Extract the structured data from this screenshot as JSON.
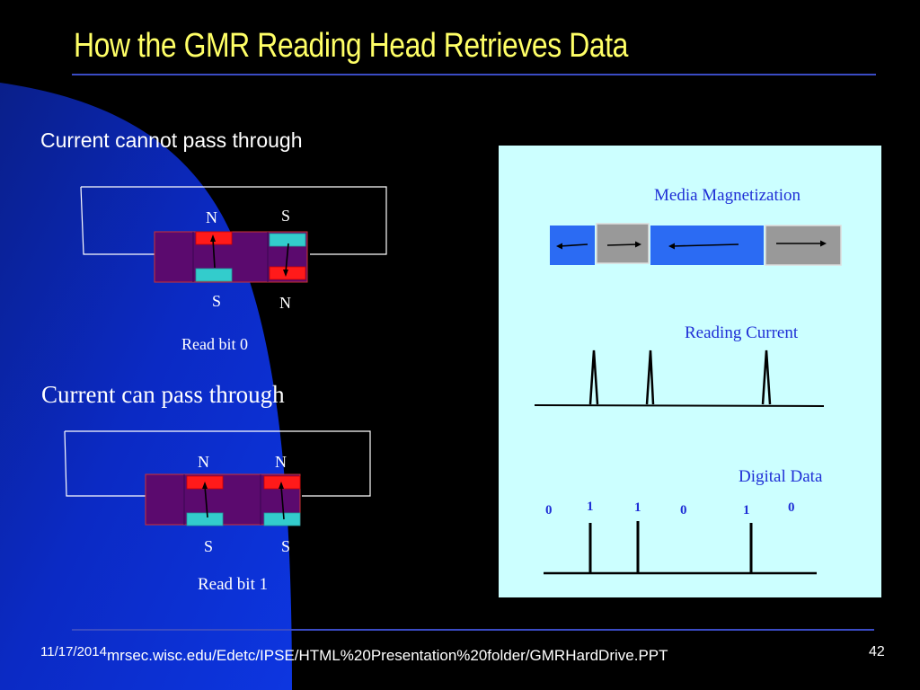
{
  "slide": {
    "title": "How the GMR Reading Head Retrieves Data",
    "date": "11/17/2014",
    "url": "mrsec.wisc.edu/Edetc/IPSE/HTML%20Presentation%20folder/GMRHardDrive.PPT",
    "page_number": "42"
  },
  "colors": {
    "background": "#000000",
    "title": "#ffff66",
    "rule": "#3a4bc4",
    "wave": "#0b2ac4",
    "panel": "#ccffff",
    "panel_text": "#1f2fd6",
    "strip": "#5b0a6e",
    "magnet_red": "#ff1a1a",
    "magnet_cyan": "#33cccc",
    "media_blue": "#2b6bf3",
    "media_gray": "#999999"
  },
  "top_diagram": {
    "caption": "Current cannot pass through",
    "pole_left_top": "N",
    "pole_right_top": "S",
    "pole_left_bottom": "S",
    "pole_right_bottom": "N",
    "read_label": "Read bit 0"
  },
  "bottom_diagram": {
    "caption": "Current can pass through",
    "pole_left_top": "N",
    "pole_right_top": "N",
    "pole_left_bottom": "S",
    "pole_right_bottom": "S",
    "read_label": "Read bit 1"
  },
  "panel": {
    "media_label": "Media Magnetization",
    "current_label": "Reading Current",
    "digital_label": "Digital Data",
    "bits": [
      "0",
      "1",
      "1",
      "0",
      "1",
      "0"
    ]
  }
}
